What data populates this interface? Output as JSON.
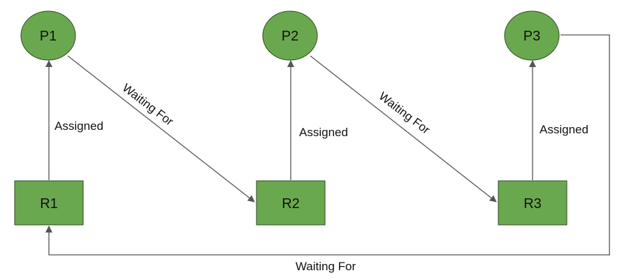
{
  "colors": {
    "node_fill": "#6aa84f",
    "node_stroke": "#2d4a22",
    "edge": "#555555",
    "text": "#111111"
  },
  "processes": [
    {
      "label": "P1"
    },
    {
      "label": "P2"
    },
    {
      "label": "P3"
    }
  ],
  "resources": [
    {
      "label": "R1"
    },
    {
      "label": "R2"
    },
    {
      "label": "R3"
    }
  ],
  "edges": [
    {
      "from": "R1",
      "to": "P1",
      "label": "Assigned"
    },
    {
      "from": "P1",
      "to": "R2",
      "label": "Waiting For"
    },
    {
      "from": "R2",
      "to": "P2",
      "label": "Assigned"
    },
    {
      "from": "P2",
      "to": "R3",
      "label": "Waiting For"
    },
    {
      "from": "R3",
      "to": "P3",
      "label": "Assigned"
    },
    {
      "from": "P3",
      "to": "R1",
      "label": "Waiting For"
    }
  ]
}
